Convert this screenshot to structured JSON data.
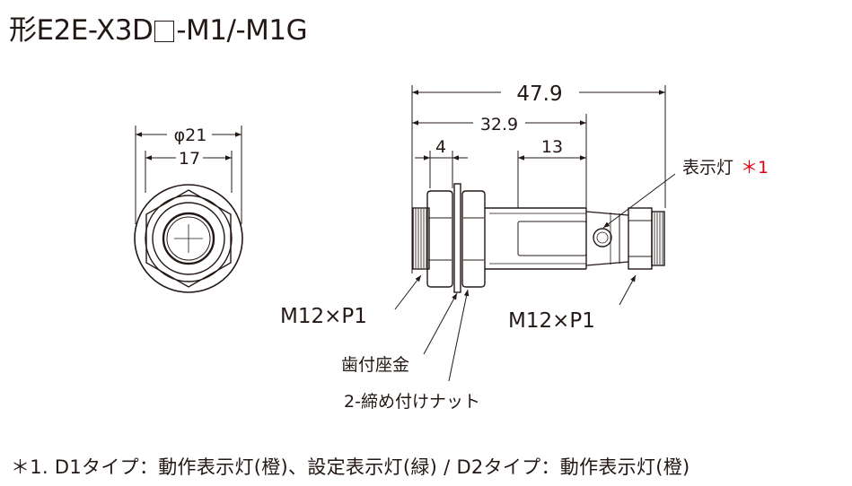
{
  "title": {
    "prefix": "形E2E-X3D",
    "suffix": "-M1/-M1G"
  },
  "dimensions": {
    "dia_outer": "φ21",
    "dia_across": "17",
    "total_length": "47.9",
    "body_length": "32.9",
    "washer_width": "4",
    "flat_length": "13"
  },
  "labels": {
    "indicator": "表示灯",
    "indicator_note_mark": "＊1",
    "thread_left": "M12×P1",
    "thread_right": "M12×P1",
    "toothed_washer": "歯付座金",
    "nuts": "2-締め付けナット"
  },
  "footnote": "＊1. D1タイプ：動作表示灯(橙)、設定表示灯(緑) / D2タイプ：動作表示灯(橙)",
  "colors": {
    "line": "#231815",
    "note_mark": "#e60012"
  }
}
